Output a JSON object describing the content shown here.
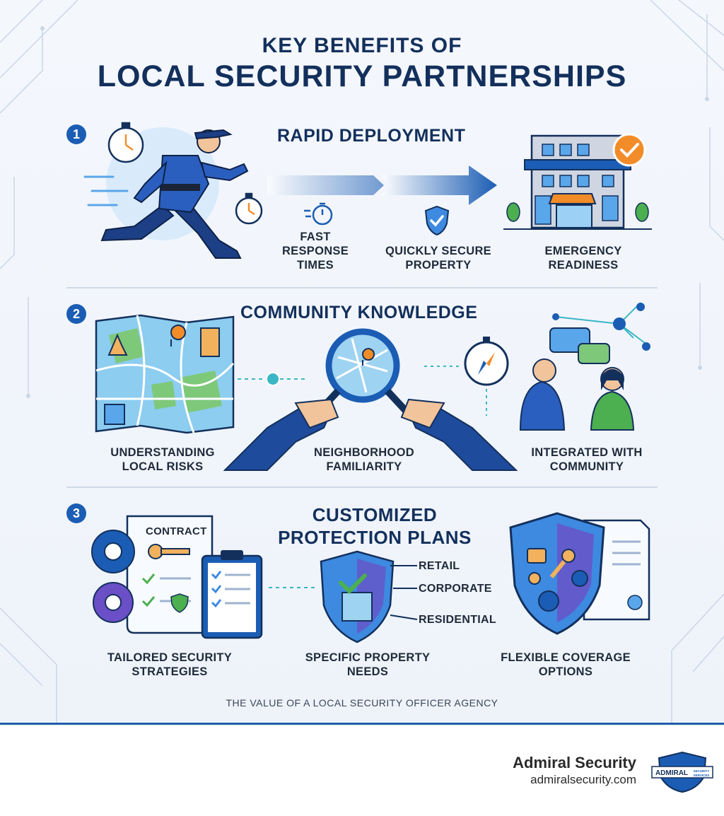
{
  "title": {
    "line1": "KEY BENEFITS OF",
    "line2": "LOCAL SECURITY PARTNERSHIPS"
  },
  "sections": [
    {
      "number": "1",
      "title": "RAPID DEPLOYMENT",
      "items": [
        "FAST\nRESPONSE\nTIMES",
        "QUICKLY SECURE\nPROPERTY",
        "EMERGENCY\nREADINESS"
      ]
    },
    {
      "number": "2",
      "title": "COMMUNITY KNOWLEDGE",
      "items": [
        "UNDERSTANDING\nLOCAL RISKS",
        "NEIGHBORHOOD\nFAMILIARITY",
        "INTEGRATED WITH\nCOMMUNITY"
      ]
    },
    {
      "number": "3",
      "title": "CUSTOMIZED\nPROTECTION PLANS",
      "contract_label": "CONTRACT",
      "property_types": [
        "RETAIL",
        "CORPORATE",
        "RESIDENTIAL"
      ],
      "items": [
        "TAILORED SECURITY\nSTRATEGIES",
        "SPECIFIC PROPERTY\nNEEDS",
        "FLEXIBLE COVERAGE\nOPTIONS"
      ]
    }
  ],
  "footer_note": "THE VALUE OF A LOCAL SECURITY OFFICER AGENCY",
  "brand": {
    "name": "Admiral Security",
    "url": "admiralsecurity.com",
    "logo_text": "ADMIRAL",
    "logo_subtext": "SECURITY SERVICES"
  },
  "colors": {
    "navy": "#13305c",
    "blue": "#1b5db4",
    "light_blue": "#5aa6ea",
    "orange": "#f28c28",
    "green": "#4caf50",
    "purple": "#6b4fc7"
  },
  "icons": [
    "police-officer-icon",
    "stopwatch-icon",
    "shield-check-icon",
    "building-icon",
    "map-icon",
    "magnifier-icon",
    "compass-icon",
    "people-chat-icon",
    "gears-icon",
    "key-icon",
    "clipboard-icon",
    "shield-building-icon",
    "shield-coverage-icon"
  ]
}
